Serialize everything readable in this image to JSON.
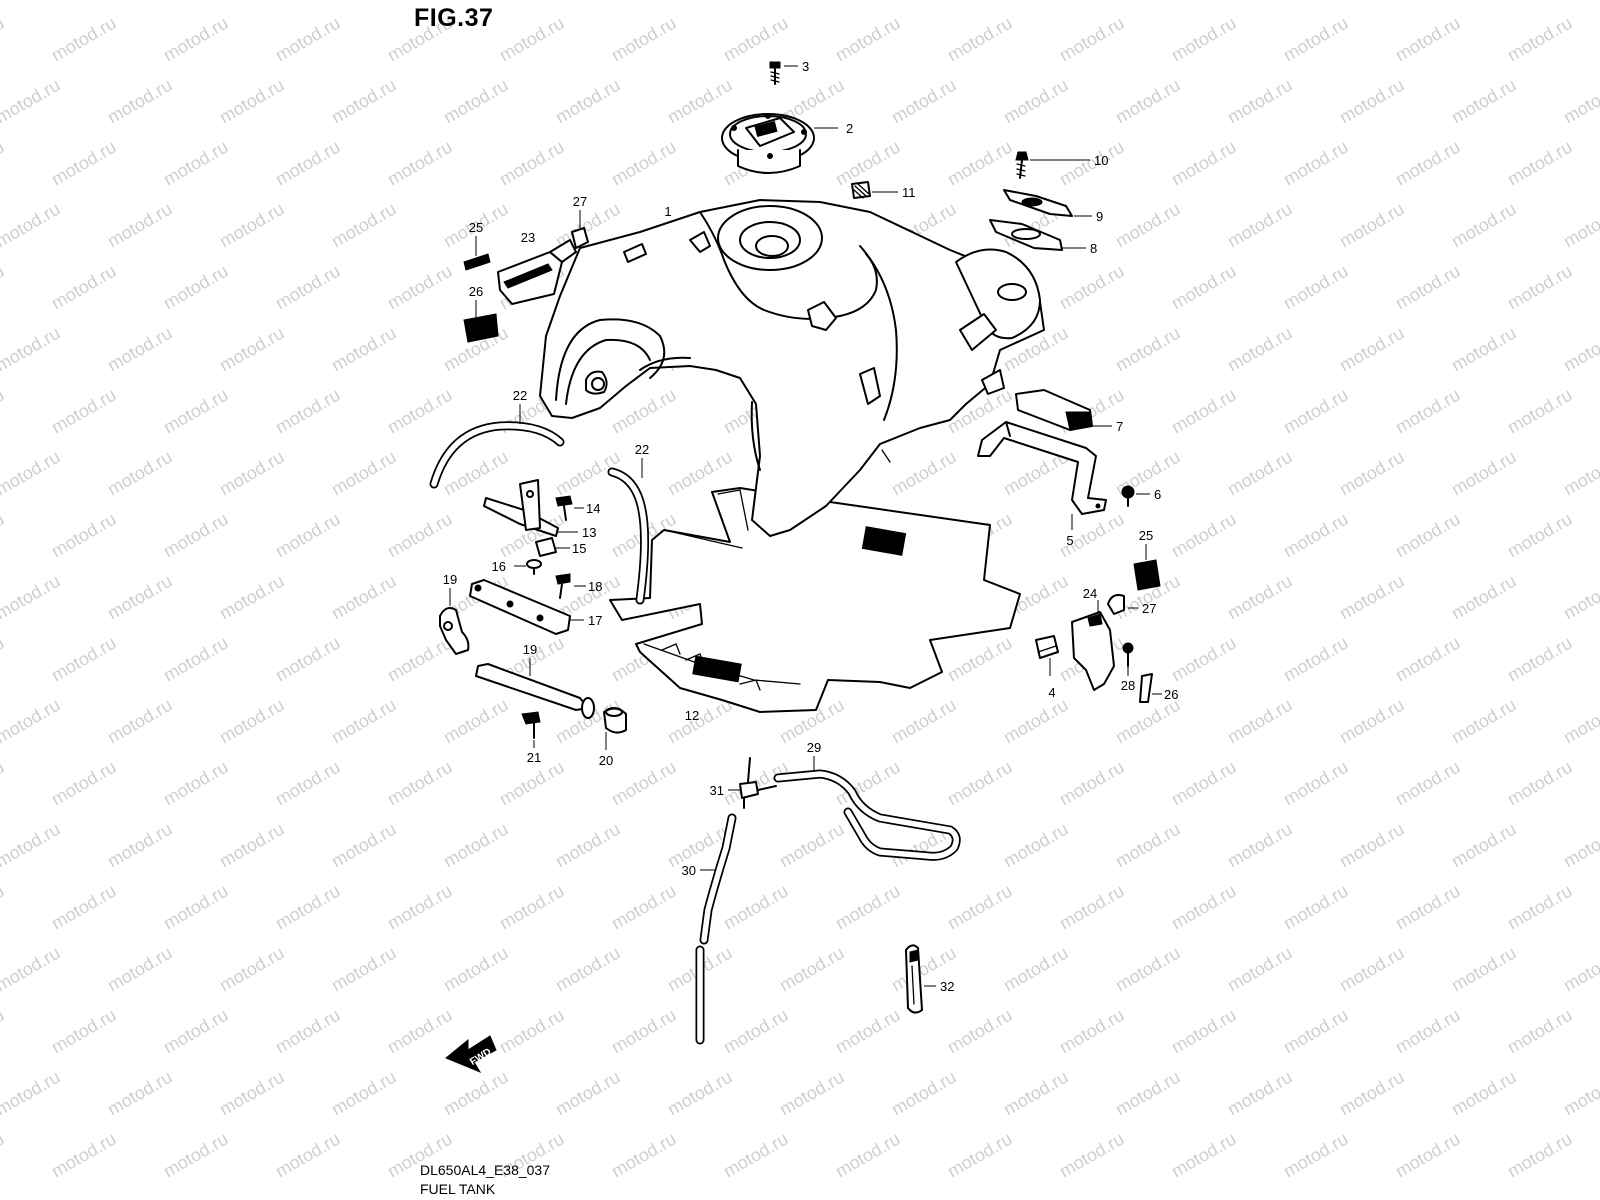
{
  "figure": {
    "title": "FIG.37",
    "model_code": "DL650AL4_E38_037",
    "caption": "FUEL TANK",
    "fwd_label": "FWD",
    "watermark_text": "motod.ru"
  },
  "callouts": [
    {
      "id": "1",
      "label": "1"
    },
    {
      "id": "2",
      "label": "2"
    },
    {
      "id": "3",
      "label": "3"
    },
    {
      "id": "4",
      "label": "4"
    },
    {
      "id": "5",
      "label": "5"
    },
    {
      "id": "6",
      "label": "6"
    },
    {
      "id": "7",
      "label": "7"
    },
    {
      "id": "8",
      "label": "8"
    },
    {
      "id": "9",
      "label": "9"
    },
    {
      "id": "10",
      "label": "10"
    },
    {
      "id": "11",
      "label": "11"
    },
    {
      "id": "12",
      "label": "12"
    },
    {
      "id": "13",
      "label": "13"
    },
    {
      "id": "14",
      "label": "14"
    },
    {
      "id": "15",
      "label": "15"
    },
    {
      "id": "16",
      "label": "16"
    },
    {
      "id": "17",
      "label": "17"
    },
    {
      "id": "18",
      "label": "18"
    },
    {
      "id": "19a",
      "label": "19"
    },
    {
      "id": "19b",
      "label": "19"
    },
    {
      "id": "20",
      "label": "20"
    },
    {
      "id": "21",
      "label": "21"
    },
    {
      "id": "22a",
      "label": "22"
    },
    {
      "id": "22b",
      "label": "22"
    },
    {
      "id": "23",
      "label": "23"
    },
    {
      "id": "24",
      "label": "24"
    },
    {
      "id": "25a",
      "label": "25"
    },
    {
      "id": "25b",
      "label": "25"
    },
    {
      "id": "26a",
      "label": "26"
    },
    {
      "id": "26b",
      "label": "26"
    },
    {
      "id": "27a",
      "label": "27"
    },
    {
      "id": "27b",
      "label": "27"
    },
    {
      "id": "28",
      "label": "28"
    },
    {
      "id": "29",
      "label": "29"
    },
    {
      "id": "30",
      "label": "30"
    },
    {
      "id": "31",
      "label": "31"
    },
    {
      "id": "32",
      "label": "32"
    }
  ]
}
